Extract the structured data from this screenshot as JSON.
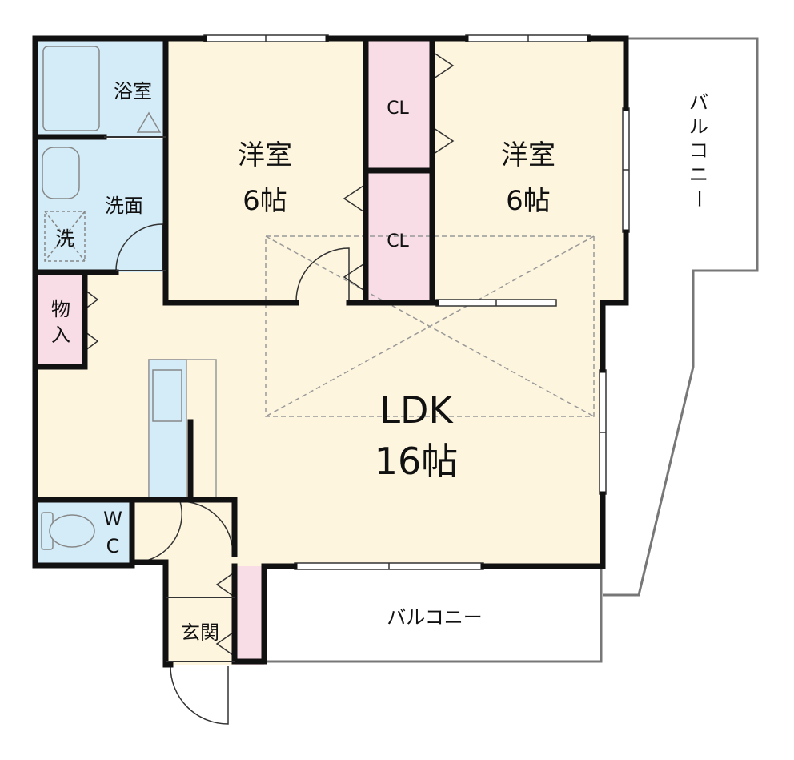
{
  "rooms": {
    "western1": {
      "name": "洋室",
      "size": "6帖"
    },
    "western2": {
      "name": "洋室",
      "size": "6帖"
    },
    "ldk": {
      "name": "LDK",
      "size": "16帖"
    },
    "bath": "浴室",
    "washroom": "洗面",
    "laundry": "洗",
    "storage": {
      "line1": "物",
      "line2": "入"
    },
    "closet1": "CL",
    "closet2": "CL",
    "wc": {
      "line1": "W",
      "line2": "C"
    },
    "entrance": "玄関"
  },
  "balconies": {
    "east": [
      "バ",
      "ル",
      "コ",
      "ニ",
      "ー"
    ],
    "south": "バルコニー"
  },
  "colors": {
    "room_fill": "#fdf5de",
    "wet_fill": "#d3ecf8",
    "closet_fill": "#f9dde6",
    "wall": "#111111"
  }
}
